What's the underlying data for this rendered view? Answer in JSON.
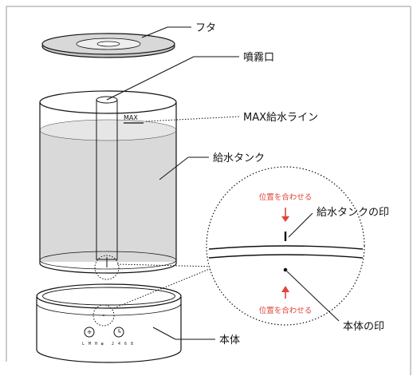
{
  "labels": {
    "lid": "フタ",
    "nozzle": "噴霧口",
    "max_line": "MAX給水ライン",
    "tank": "給水タンク",
    "tank_mark": "給水タンクの印",
    "body_mark": "本体の印",
    "body": "本体",
    "max_text": "MAX",
    "align_top": "位置を合わせる",
    "align_bottom": "位置を合わせる",
    "panel_left": "L M H ◐",
    "panel_right": "2 4 6 8"
  },
  "icons": {
    "fan": "fan-icon",
    "timer": "timer-icon"
  },
  "colors": {
    "line": "#1a1a1a",
    "water": "#d9d9d9",
    "accent": "#e0443a",
    "frame": "#999999"
  }
}
